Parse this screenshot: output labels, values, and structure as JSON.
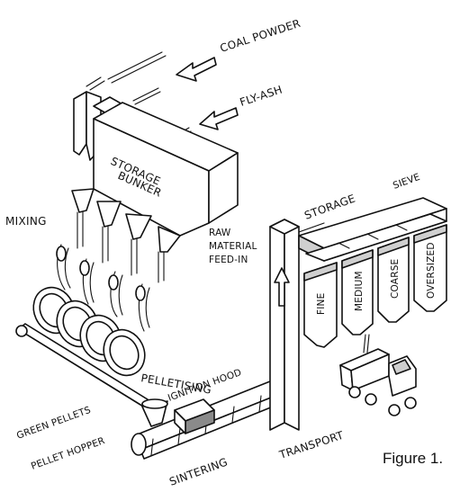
{
  "labels": {
    "coal_powder": "COAL POWDER",
    "fly_ash": "FLY-ASH",
    "storage_bunker_line1": "STORAGE",
    "storage_bunker_line2": "BUNKER",
    "mixing": "MIXING",
    "raw_material_line1": "RAW",
    "raw_material_line2": "MATERIAL",
    "raw_material_line3": "FEED-IN",
    "pelletising": "PELLETISING",
    "ignition_hood": "IGNITION HOOD",
    "green_pellets": "GREEN PELLETS",
    "pellet_hopper": "PELLET HOPPER",
    "sintering": "SINTERING",
    "transport": "TRANSPORT",
    "storage": "STORAGE",
    "sieve": "SIEVE",
    "bin_fine": "FINE",
    "bin_medium": "MEDIUM",
    "bin_coarse": "COARSE",
    "bin_oversized": "OVERSIZED"
  },
  "caption": "Figure 1."
}
